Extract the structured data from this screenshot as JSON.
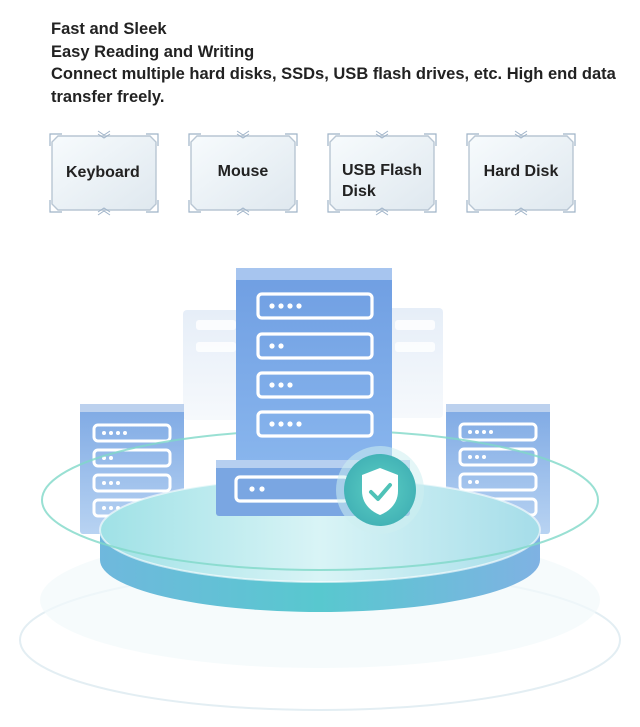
{
  "features": [
    "Fast and Sleek",
    "Easy Reading and Writing",
    "Connect multiple hard disks, SSDs, USB flash drives, etc. High end data transfer freely."
  ],
  "cards": [
    {
      "label": "Keyboard"
    },
    {
      "label": "Mouse"
    },
    {
      "label": "USB Flash Disk"
    },
    {
      "label": "Hard Disk"
    }
  ],
  "colors": {
    "text": "#222222",
    "card_border": "#9fb3c8",
    "server_blue": "#5b8ed8",
    "platform_teal": "#57c6cf",
    "shield_teal": "#4fc2b7"
  },
  "icons": [
    "shield-check-icon"
  ]
}
